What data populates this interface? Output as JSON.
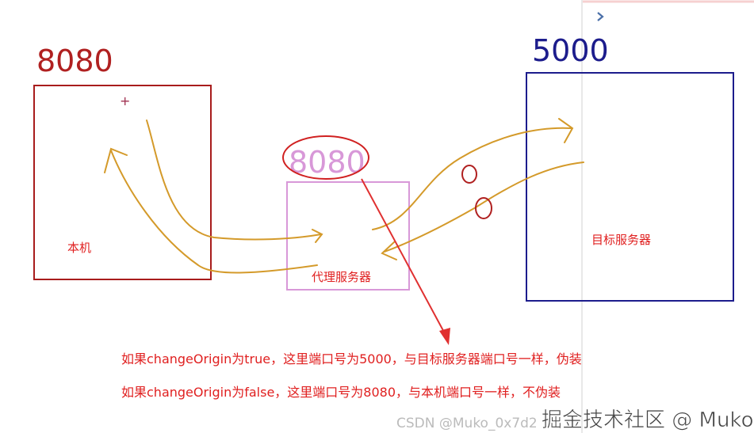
{
  "local": {
    "port": "8080",
    "label": "本机",
    "color": "#b02020"
  },
  "proxy": {
    "port": "8080",
    "label": "代理服务器",
    "color": "#d898d8"
  },
  "target": {
    "port": "5000",
    "label": "目标服务器",
    "color": "#1c1c8c"
  },
  "notes": [
    "如果changeOrigin为true，这里端口号为5000，与目标服务器端口号一样，伪装",
    "如果changeOrigin为false，这里端口号为8080，与本机端口号一样，不伪装"
  ],
  "watermark": {
    "primary": "掘金技术社区 @ Muko",
    "secondary": "CSDN @Muko_0x7d2"
  },
  "icons": {
    "chevron": "chevron-right-icon",
    "cursor": "crosshair-icon"
  },
  "colors": {
    "arrow": "#e03030",
    "curve": "#d49a2a",
    "note": "#e02020"
  }
}
